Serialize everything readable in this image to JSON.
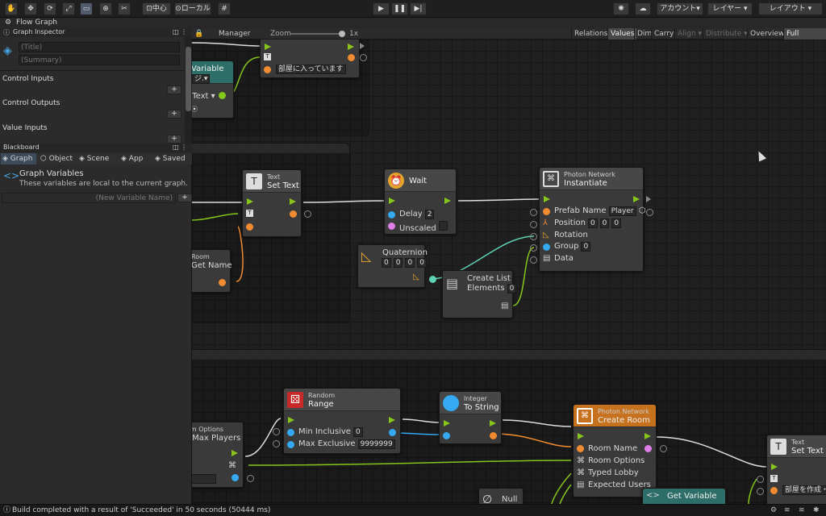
{
  "toolbar": {
    "center": "中心",
    "local": "ローカル",
    "account": "アカウント",
    "layers": "レイヤー",
    "layout": "レイアウト"
  },
  "window": {
    "title": "Flow Graph",
    "inspector_title": "Graph Inspector"
  },
  "graph_toolbar": {
    "manager": "Manager",
    "zoom_label": "Zoom",
    "zoom_value": "1x",
    "relations": "Relations",
    "values": "Values",
    "dim": "Dim",
    "carry": "Carry",
    "align": "Align",
    "distribute": "Distribute",
    "overview": "Overview",
    "fullscreen": "Full Screen"
  },
  "inspector": {
    "title_placeholder": "(Title)",
    "summary_placeholder": "(Summary)",
    "control_inputs": "Control Inputs",
    "control_outputs": "Control Outputs",
    "value_inputs": "Value Inputs",
    "blackboard": "Blackboard",
    "tabs": [
      "Graph",
      "Object",
      "Scene",
      "App",
      "Saved"
    ],
    "graph_vars_title": "Graph Variables",
    "graph_vars_desc": "These variables are local to the current graph.",
    "new_var_placeholder": "(New Variable Name)"
  },
  "nodes": {
    "set_text_top": {
      "value": "部屋に入っています"
    },
    "variable_top": {
      "title": "Variable",
      "field1": "ジ.▾",
      "field2": "sText ▾"
    },
    "set_text": {
      "sub": "Text",
      "title": "Set Text"
    },
    "wait": {
      "title": "Wait",
      "delay_label": "Delay",
      "delay_value": "2",
      "unscaled_label": "Unscaled"
    },
    "instantiate": {
      "sub": "Photon Network",
      "title": "Instantiate",
      "prefab_label": "Prefab Name",
      "prefab_value": "Player",
      "position_label": "Position",
      "position_values": [
        "0",
        "0",
        "0"
      ],
      "rotation_label": "Rotation",
      "group_label": "Group",
      "group_value": "0",
      "data_label": "Data"
    },
    "get_name": {
      "sub": "Room",
      "title": "Get Name"
    },
    "quaternion": {
      "title": "Quaternion",
      "values": [
        "0",
        "0",
        "0",
        "0"
      ]
    },
    "create_list": {
      "title": "Create List",
      "elements_label": "Elements",
      "elements_value": "0"
    },
    "random": {
      "sub": "Random",
      "title": "Range",
      "min_label": "Min Inclusive",
      "min_value": "0",
      "max_label": "Max Exclusive",
      "max_value": "9999999"
    },
    "to_string": {
      "sub": "Integer",
      "title": "To String"
    },
    "create_room": {
      "sub": "Photon Network",
      "title": "Create Room",
      "room_name": "Room Name",
      "room_options": "Room Options",
      "typed_lobby": "Typed Lobby",
      "expected_users": "Expected Users"
    },
    "room_options": {
      "sub": "om Options",
      "title": "t Max Players"
    },
    "set_text_bottom": {
      "sub": "Text",
      "title": "Set Text",
      "value": "部屋を作成・入"
    },
    "null_node": {
      "title": "Null"
    },
    "get_variable": {
      "title": "Get Variable"
    }
  },
  "status": {
    "message": "Build completed with a result of 'Succeeded' in 50 seconds (50444 ms)"
  },
  "colors": {
    "flow": "#86c51c",
    "string": "#f28b30",
    "float": "#35a9f2",
    "object": "#e07ee8",
    "rotation": "#5fd3b5",
    "photon_header": "#c6711e"
  }
}
